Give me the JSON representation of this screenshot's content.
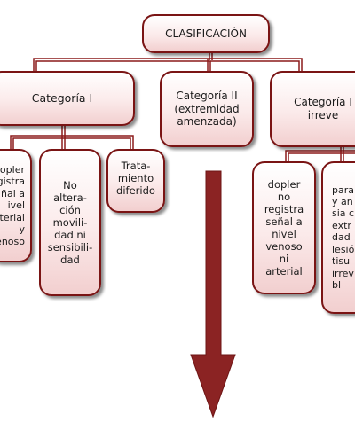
{
  "colors": {
    "border": "#7a1414",
    "connector": "#8c1a1a",
    "arrow": "#8b2323",
    "fill_bottom": "#f2cfcf"
  },
  "nodes": {
    "root": "CLASIFICACIÓN",
    "cat1": "Categoría I",
    "cat2": "Categoría II\n(extremidad\namenzada)",
    "cat3": "Categoría I\nirreve",
    "c1a": "dopler\nregistra\nñal a\nivel\narterial y\nvenoso",
    "c1b": "No\naltera-\nción\nmovili-\ndad ni\nsensibili-\ndad",
    "c1c": "Trata-\nmiento\ndiferido",
    "c3a": "dopler\nno\nregistra\nseñal a\nnivel\nvenoso\nni\narterial",
    "c3b": "para\ny an\nsia c\nextr\ndad\nlesió\ntisu\nirrev\nbl"
  }
}
